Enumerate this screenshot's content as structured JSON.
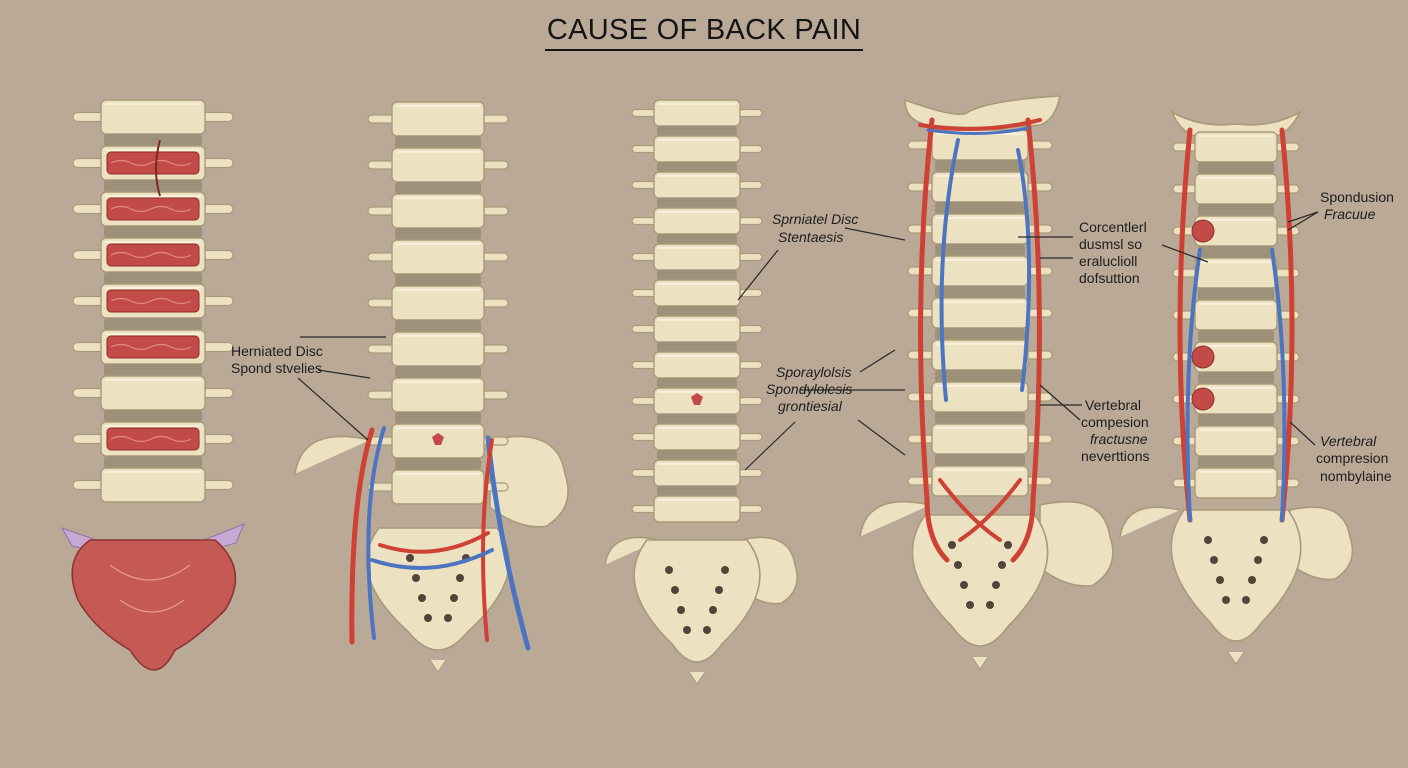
{
  "title": "CAUSE  OF BACK PAIN",
  "colors": {
    "background": "#bba997",
    "bone": "#ece2c2",
    "bone_edge": "#a89a78",
    "disc": "#9d9279",
    "damaged_tissue": "#c24a47",
    "artery": "#cf4134",
    "vein": "#4c74c0",
    "cartilage": "#c7a9d4"
  },
  "figures": [
    {
      "name": "spine-1",
      "labels": []
    },
    {
      "name": "spine-2",
      "labels": [
        {
          "text": "Herniated Disc"
        },
        {
          "text": "Spond stvelies"
        }
      ]
    },
    {
      "name": "spine-3",
      "labels": [
        {
          "text": "Sprniatel Disc"
        },
        {
          "text": "Stentaesis"
        },
        {
          "text": "Sporaylolsis"
        },
        {
          "text": "Spondylolesis"
        },
        {
          "text": "grontiesial"
        }
      ]
    },
    {
      "name": "spine-4",
      "labels": [
        {
          "text": "Corcentlerl"
        },
        {
          "text": "dusmsl so"
        },
        {
          "text": "eraluclioll"
        },
        {
          "text": "dofsuttion"
        },
        {
          "text": "Vertebral"
        },
        {
          "text": "compesion"
        },
        {
          "text": "fractusne"
        },
        {
          "text": "neverttions"
        }
      ]
    },
    {
      "name": "spine-5",
      "labels": [
        {
          "text": "Spondusion"
        },
        {
          "text": "Fracuue"
        },
        {
          "text": "Vertebral"
        },
        {
          "text": "compresion"
        },
        {
          "text": "nombylaine"
        }
      ]
    }
  ]
}
